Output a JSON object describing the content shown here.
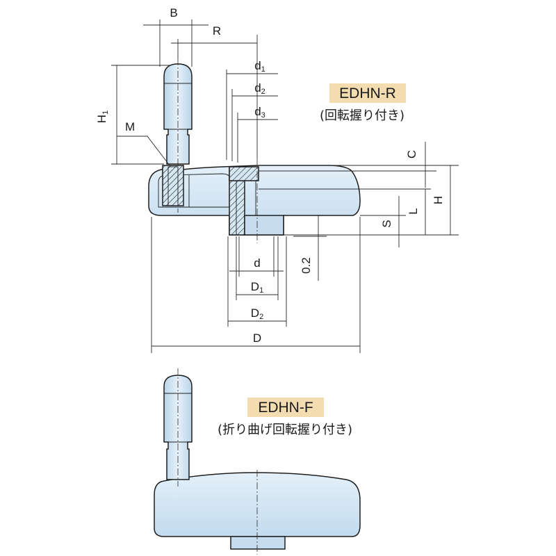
{
  "colors": {
    "body_fill": "#d6e8f4",
    "body_dark": "#9bbdd6",
    "title_badge": "#f2dcb0",
    "line": "#1e1e1e"
  },
  "model_r": {
    "code": "EDHN-R",
    "description": "(回転握り付き)"
  },
  "model_f": {
    "code": "EDHN-F",
    "description": "(折り曲げ回転握り付き)"
  },
  "dimensions": {
    "B": "B",
    "R": "R",
    "H1_main": "H",
    "H1_sub": "1",
    "M": "M",
    "d1_main": "d",
    "d1_sub": "1",
    "d2_main": "d",
    "d2_sub": "2",
    "d3_main": "d",
    "d3_sub": "3",
    "C": "C",
    "H": "H",
    "L": "L",
    "S": "S",
    "d": "d",
    "D1_main": "D",
    "D1_sub": "1",
    "D2_main": "D",
    "D2_sub": "2",
    "D": "D",
    "gap": "0.2"
  }
}
